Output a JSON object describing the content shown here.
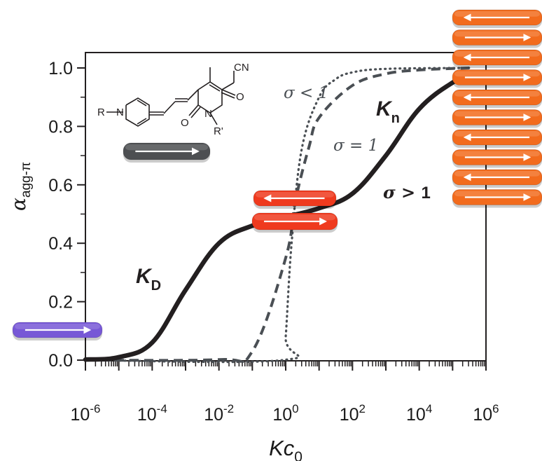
{
  "chart_data": {
    "type": "line",
    "xscale": "log",
    "xlim": [
      1e-06,
      1000000.0
    ],
    "ylim": [
      0.0,
      1.05
    ],
    "xlabel": {
      "base": "Kc",
      "sub": "0"
    },
    "ylabel": {
      "base": "α",
      "sub": "agg-π"
    },
    "y_ticks": [
      "0.0",
      "0.2",
      "0.4",
      "0.6",
      "0.8",
      "1.0"
    ],
    "x_ticks": [
      {
        "base": "10",
        "exp": "-6"
      },
      {
        "base": "10",
        "exp": "-4"
      },
      {
        "base": "10",
        "exp": "-2"
      },
      {
        "base": "10",
        "exp": "0"
      },
      {
        "base": "10",
        "exp": "2"
      },
      {
        "base": "10",
        "exp": "4"
      },
      {
        "base": "10",
        "exp": "6"
      }
    ],
    "series": [
      {
        "style": "solid",
        "color": "#231f20",
        "x": [
          1e-06,
          1e-05,
          0.0001,
          0.001,
          0.01,
          0.1,
          1,
          10,
          100,
          1000,
          10000,
          100000,
          316228
        ],
        "y": [
          0.002,
          0.01,
          0.06,
          0.24,
          0.4,
          0.46,
          0.49,
          0.52,
          0.57,
          0.7,
          0.86,
          0.95,
          0.97
        ]
      },
      {
        "style": "dashed",
        "color": "#4a4f54",
        "x": [
          1e-06,
          0.01,
          0.1,
          1,
          2,
          5,
          10,
          100,
          1000,
          10000,
          100000,
          316228
        ],
        "y": [
          0.0,
          0.002,
          0.03,
          0.35,
          0.55,
          0.73,
          0.83,
          0.94,
          0.98,
          0.993,
          0.998,
          1.0
        ]
      },
      {
        "style": "dotted",
        "color": "#4a4f54",
        "x": [
          1e-06,
          0.8,
          1.0,
          1.5,
          3,
          10,
          30,
          100,
          1000,
          316228
        ],
        "y": [
          0.0,
          0.0,
          0.08,
          0.4,
          0.72,
          0.9,
          0.96,
          0.985,
          0.997,
          1.0
        ]
      }
    ],
    "annotations": [
      {
        "id": "kn",
        "text": "K",
        "sub": "n"
      },
      {
        "id": "kd",
        "text": "K",
        "sub": "D"
      },
      {
        "id": "sigma-lt",
        "text": "σ < 1"
      },
      {
        "id": "sigma-eq",
        "text": "σ = 1"
      },
      {
        "id": "sigma-gt",
        "text": "σ > ",
        "bold": "1"
      }
    ],
    "molecule_labels": {
      "cn": "CN",
      "o1": "O",
      "o2": "O",
      "r": "R",
      "n1": "N",
      "n2": "N",
      "rp": "R'"
    }
  },
  "colors": {
    "purple": "#7758d6",
    "gray": "#4d4f52",
    "red": "#ef3a1e",
    "orange": "#f26b1d"
  }
}
